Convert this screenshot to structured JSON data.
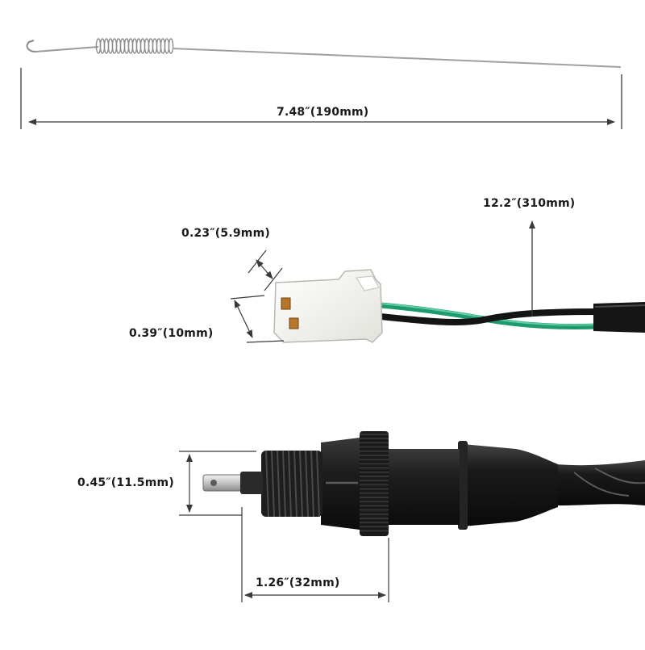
{
  "dimensions": {
    "overall_length": "7.48″(190mm)",
    "cable_length": "12.2″(310mm)",
    "connector_pin_width": "0.23″(5.9mm)",
    "connector_pin_height": "0.39″(10mm)",
    "thread_diameter": "0.45″(11.5mm)",
    "switch_length": "1.26″(32mm)"
  },
  "colors": {
    "background": "#ffffff",
    "dimension_line": "#3a3a3a",
    "switch_body": "#1c1c1c",
    "wire_black": "#141414",
    "wire_green": "#1f9a6e",
    "connector_housing": "#f6f6f2",
    "terminal": "#b8762a",
    "spring": "#9a9a9a"
  }
}
